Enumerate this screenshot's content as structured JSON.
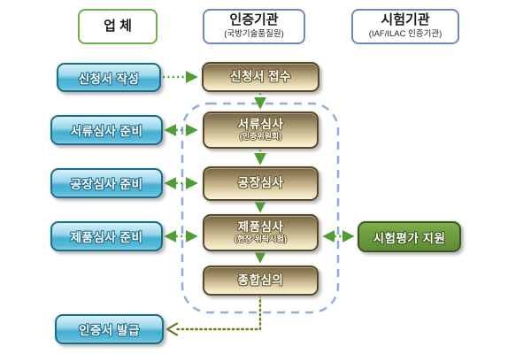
{
  "diagram": {
    "title": "certification-process-flowchart",
    "headers": [
      {
        "id": "company",
        "title": "업 체",
        "subtitle": ""
      },
      {
        "id": "certification-body",
        "title": "인증기관",
        "subtitle": "(국방기술품질원)"
      },
      {
        "id": "test-body",
        "title": "시험기관",
        "subtitle": "(IAF/ILAC 인증기관)"
      }
    ],
    "company_steps": [
      {
        "label": "신청서 작성"
      },
      {
        "label": "서류심사 준비"
      },
      {
        "label": "공장심사 준비"
      },
      {
        "label": "제품심사 준비"
      },
      {
        "label": "인증서 발급"
      }
    ],
    "cert_steps": [
      {
        "label": "신청서 접수",
        "subtitle": ""
      },
      {
        "label": "서류심사",
        "subtitle": "(인증위원회)"
      },
      {
        "label": "공장심사",
        "subtitle": ""
      },
      {
        "label": "제품심사",
        "subtitle": "(현장·위탁시험)"
      },
      {
        "label": "종합심의",
        "subtitle": ""
      }
    ],
    "test_steps": [
      {
        "label": "시험평가 지원"
      }
    ],
    "colors": {
      "company_box_border": "#1c6e86",
      "company_box_top": "#d8f1f9",
      "company_box_bottom": "#45aed2",
      "cert_box_border": "#56482a",
      "cert_box_top": "#746544",
      "cert_box_bottom": "#f8f2d8",
      "test_box_border": "#3e5522",
      "test_box_fill": "#6d9c3f",
      "header_company_border": "#6cb04e",
      "header_cert_border": "#7189b8",
      "dashed_group_border": "#93add8",
      "arrow_green": "#4f9e35",
      "arrow_olive": "#6f7d1f",
      "background": "#ffffff"
    }
  }
}
